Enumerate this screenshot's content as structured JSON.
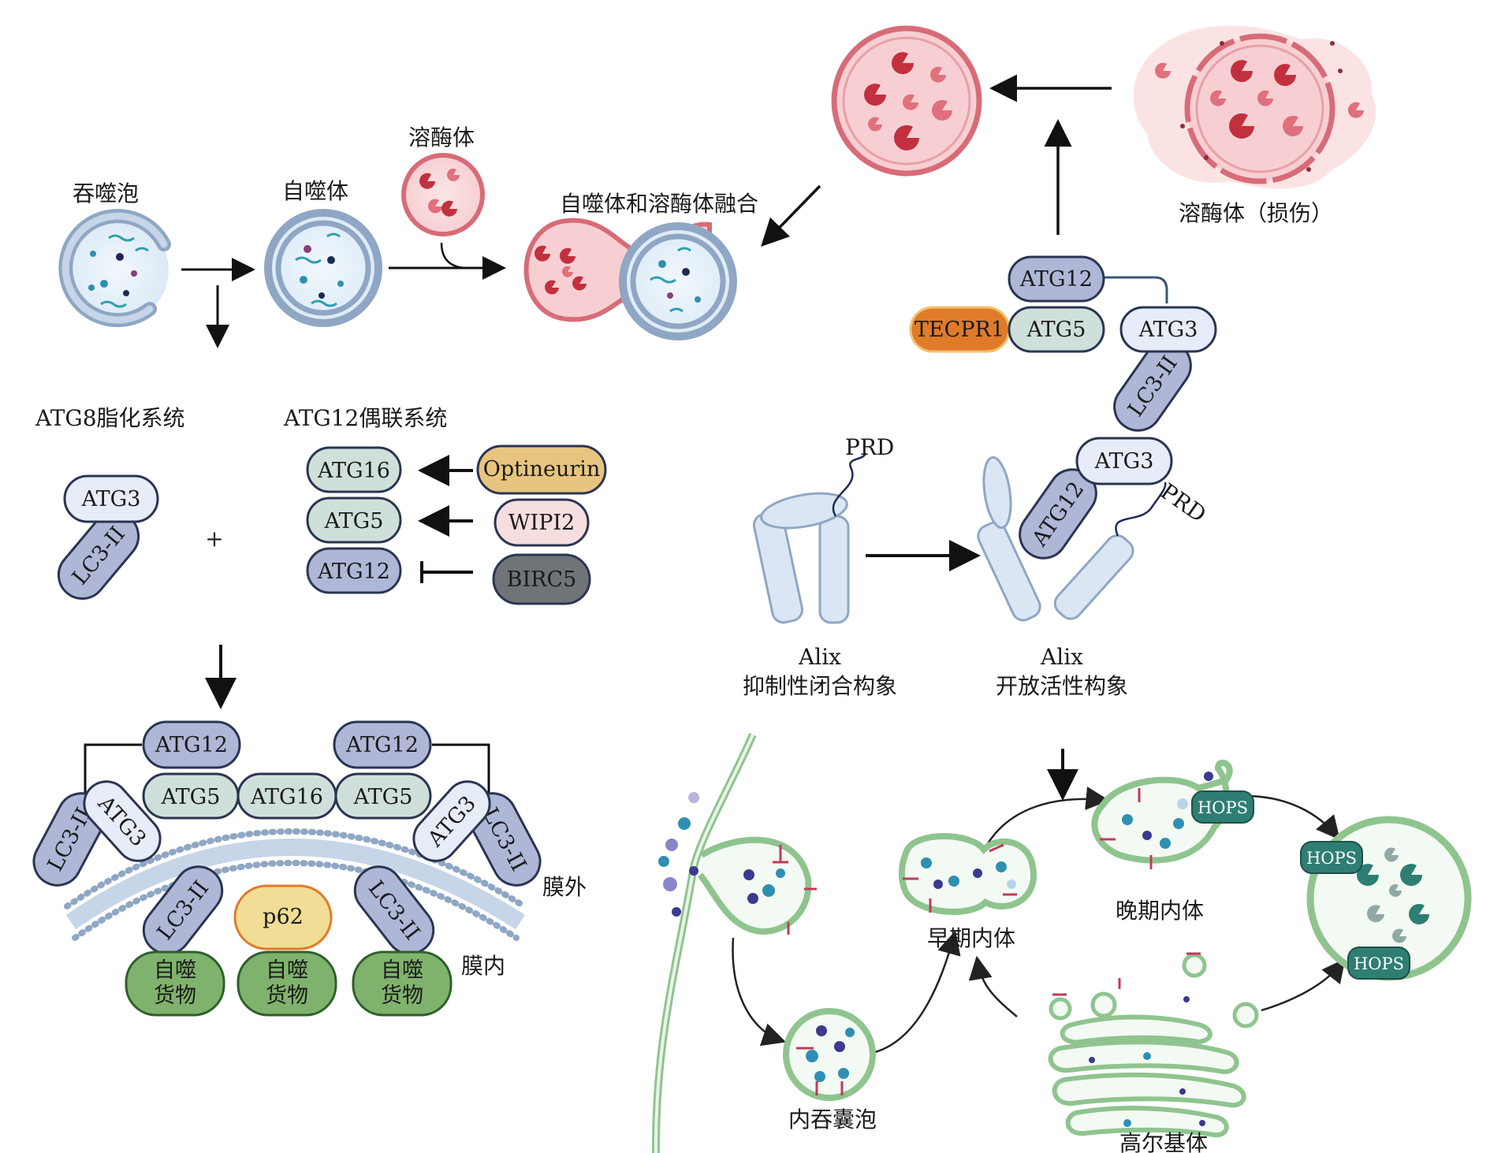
{
  "labels": {
    "phagophore": "吞噬泡",
    "autophagosome": "自噬体",
    "lysosome": "溶酶体",
    "fusion": "自噬体和溶酶体融合",
    "damaged_lysosome": "溶酶体（损伤）",
    "atg8_system": "ATG8脂化系统",
    "atg12_system": "ATG12偶联系统",
    "plus": "+",
    "outer_membrane": "膜外",
    "inner_membrane": "膜内",
    "prd_closed": "PRD",
    "prd_open": "PRD",
    "alix_closed_name": "Alix",
    "alix_closed_desc": "抑制性闭合构象",
    "alix_open_name": "Alix",
    "alix_open_desc": "开放活性构象",
    "endocytic_vesicle": "内吞囊泡",
    "early_endosome": "早期内体",
    "late_endosome": "晚期内体",
    "golgi": "高尔基体"
  },
  "proteins": {
    "atg3": "ATG3",
    "lc3ii": "LC3-II",
    "atg5": "ATG5",
    "atg12": "ATG12",
    "atg16": "ATG16",
    "tecpr1": "TECPR1",
    "optineurin": "Optineurin",
    "wipi2": "WIPI2",
    "birc5": "BIRC5",
    "p62": "p62",
    "cargo": "自噬货物",
    "cargo_line1": "自噬",
    "cargo_line2": "货物",
    "hops": "HOPS"
  },
  "colors": {
    "atg12": "#aeb7d6",
    "atg5": "#cfe0da",
    "atg16": "#cfe0da",
    "atg3": "#e6ecf8",
    "lc3ii": "#aeb7d6",
    "tecpr1": "#e07b2a",
    "optineurin": "#e8c57e",
    "wipi2": "#f7dede",
    "birc5": "#6f7478",
    "p62": "#f1dd95",
    "cargo": "#7fb36d",
    "hops": "#2e7e73",
    "lysosome": "#e58c93",
    "membrane": "#8fa7c4",
    "endosome": "#8fc48f"
  }
}
